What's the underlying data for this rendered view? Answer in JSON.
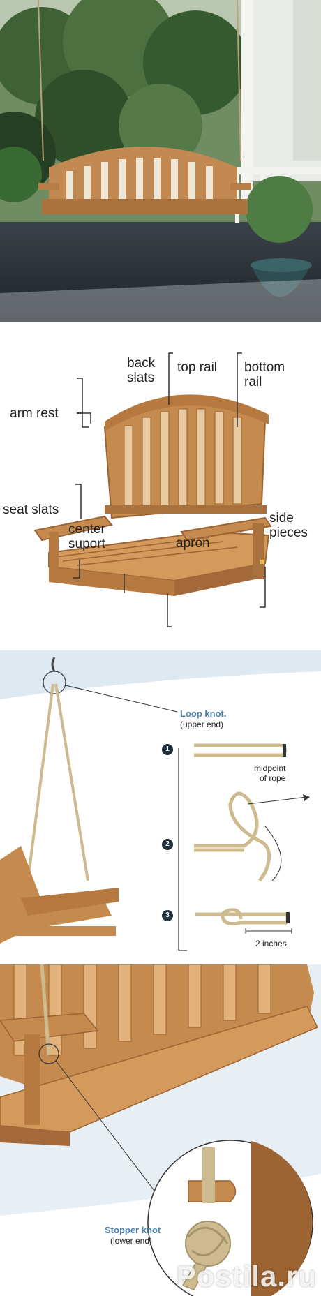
{
  "diagram_labels": {
    "back_slats": "back\nslats",
    "top_rail": "top rail",
    "bottom_rail": "bottom\nrail",
    "arm_rest": "arm rest",
    "seat_slats": "seat slats",
    "center_support": "center\nsuport",
    "apron": "apron",
    "side_pieces": "side\npieces"
  },
  "rope_labels": {
    "loop_knot_title": "Loop knot.",
    "loop_knot_sub": "(upper end)",
    "step1": "1",
    "step2": "2",
    "step3": "3",
    "midpoint": "midpoint\nof rope",
    "two_inches": "2 inches"
  },
  "stopper_labels": {
    "title": "Stopper knot",
    "sub": "(lower end)"
  },
  "watermark": "Postila.ru",
  "colors": {
    "wood": "#c58a4e",
    "wood_dark": "#9c6333",
    "rope": "#cdbb8f",
    "label_blue": "#4b7fa8",
    "porch_floor": "#2c3238"
  }
}
